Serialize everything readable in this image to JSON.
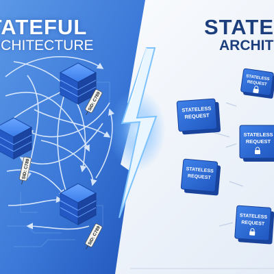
{
  "left_panel": {
    "title": "STATEFUL",
    "subtitle": "ARCHITECTURE",
    "session_tag_label": "SID: C789"
  },
  "right_panel": {
    "title": "STATELESS",
    "subtitle": "ARCHITECTURE",
    "request_label_line1": "STATELESS",
    "request_label_line2": "REQUEST"
  },
  "divider": {
    "icon": "lightning-bolt-icon"
  },
  "colors": {
    "left_background": "#2a64c8",
    "right_background": "#f2f6fb",
    "server_blue": "#1f5fd0",
    "card_blue": "#2f6fd6",
    "title_dark": "#1c3e7c",
    "bolt_glow": "#5fb0ff"
  }
}
